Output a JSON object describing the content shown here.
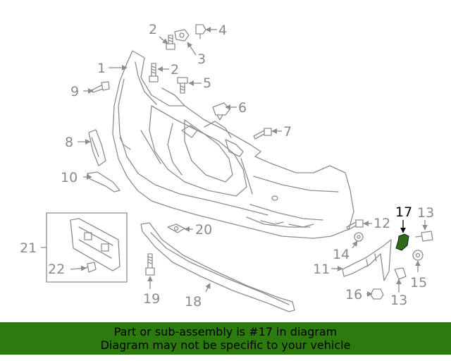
{
  "callouts": {
    "c1": "1",
    "c2a": "2",
    "c2b": "2",
    "c3": "3",
    "c4": "4",
    "c5": "5",
    "c6": "6",
    "c7": "7",
    "c8": "8",
    "c9": "9",
    "c10": "10",
    "c11": "11",
    "c12": "12",
    "c13a": "13",
    "c13b": "13",
    "c14": "14",
    "c15": "15",
    "c16": "16",
    "c17": "17",
    "c18": "18",
    "c19": "19",
    "c20": "20",
    "c21": "21",
    "c22": "22"
  },
  "highlight": {
    "part": "17",
    "color": "#2d6b1a"
  },
  "banner": {
    "line1": "Part or sub-assembly is #17 in diagram",
    "line2": "Diagram may not be specific to your vehicle",
    "color": "#2d7a0f"
  }
}
